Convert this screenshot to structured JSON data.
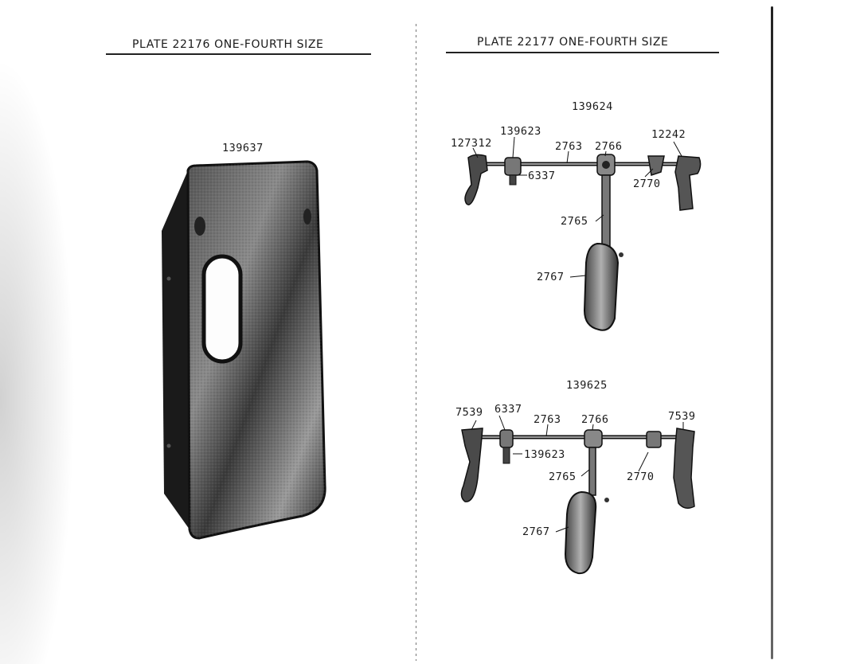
{
  "left_page": {
    "title": "PLATE 22176 ONE-FOURTH SIZE",
    "part_number": "139637"
  },
  "right_page": {
    "title": "PLATE 22177 ONE-FOURTH SIZE",
    "assembly_top": {
      "number": "139624",
      "callouts": [
        "139623",
        "127312",
        "2763",
        "2766",
        "12242",
        "6337",
        "2770",
        "2765",
        "2767"
      ]
    },
    "assembly_bottom": {
      "number": "139625",
      "callouts": [
        "7539",
        "6337",
        "2763",
        "2766",
        "7539",
        "139623",
        "2765",
        "2770",
        "2767"
      ]
    }
  }
}
